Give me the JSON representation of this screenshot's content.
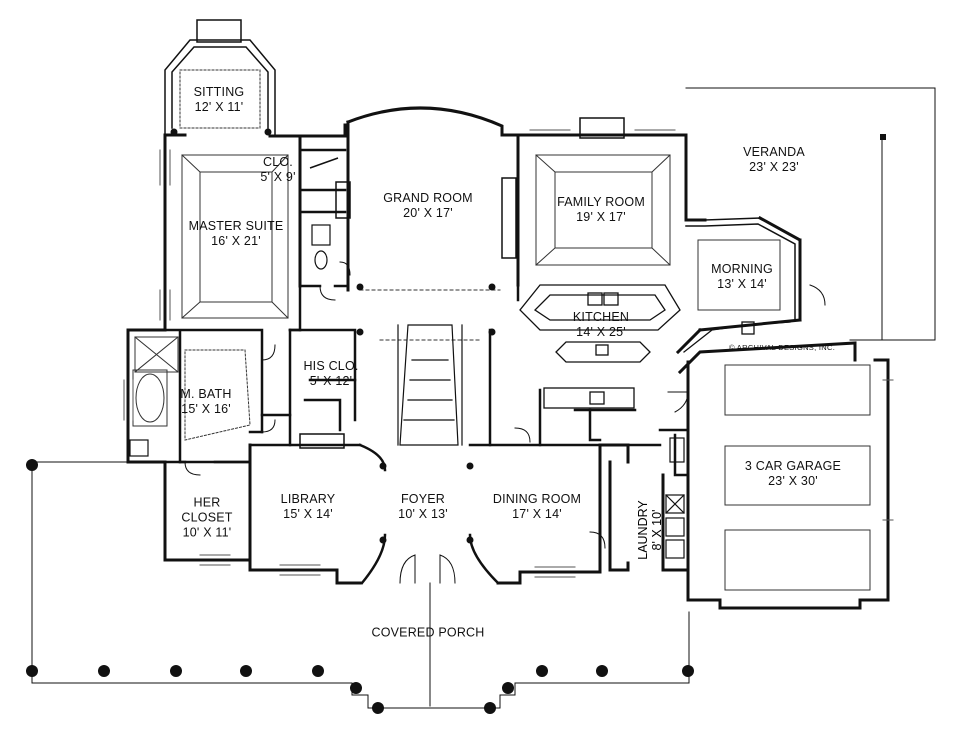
{
  "copyright": "© ARCHIVAL DESIGNS, INC.",
  "rooms": {
    "sitting": {
      "name": "SITTING",
      "size": "12' X 11'"
    },
    "closet": {
      "name": "CLO.",
      "size": "5' X 9'"
    },
    "master_suite": {
      "name": "MASTER SUITE",
      "size": "16' X 21'"
    },
    "grand_room": {
      "name": "GRAND ROOM",
      "size": "20' X 17'"
    },
    "family_room": {
      "name": "FAMILY ROOM",
      "size": "19' X 17'"
    },
    "veranda": {
      "name": "VERANDA",
      "size": "23' X 23'"
    },
    "morning": {
      "name": "MORNING",
      "size": "13' X 14'"
    },
    "kitchen": {
      "name": "KITCHEN",
      "size": "14' X 25'"
    },
    "his_closet": {
      "name": "HIS CLO.",
      "size": "5' X 12'"
    },
    "master_bath": {
      "name": "M. BATH",
      "size": "15' X 16'"
    },
    "her_closet": {
      "name": "HER CLOSET",
      "size": "10' X 11'"
    },
    "library": {
      "name": "LIBRARY",
      "size": "15' X 14'"
    },
    "foyer": {
      "name": "FOYER",
      "size": "10' X 13'"
    },
    "dining_room": {
      "name": "DINING ROOM",
      "size": "17' X 14'"
    },
    "laundry": {
      "name": "LAUNDRY",
      "size": "8' X 10'"
    },
    "garage": {
      "name": "3 CAR GARAGE",
      "size": "23' X 30'"
    },
    "covered_porch": {
      "name": "COVERED PORCH"
    }
  }
}
